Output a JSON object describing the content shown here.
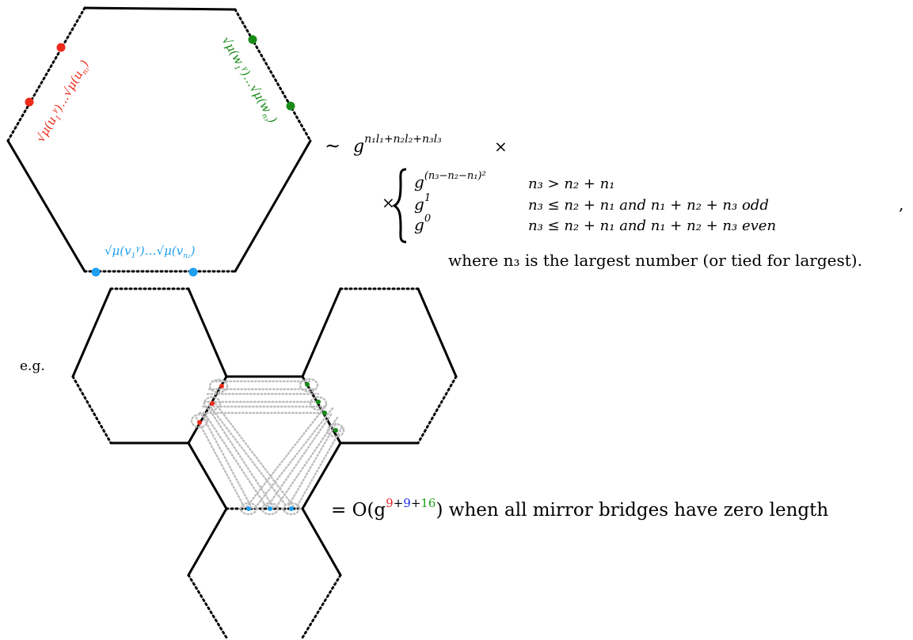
{
  "colors": {
    "black": "#000000",
    "red": "#ee2a1a",
    "green": "#188a18",
    "blue": "#1ea0f0",
    "exp_red": "#e8242a",
    "exp_blue": "#1e2ef0",
    "exp_green": "#1ea01e",
    "bridge": "#bdbdbd"
  },
  "labels": {
    "red_first": "√μ(u",
    "red_first_sub": "1",
    "red_sup": "γ",
    "red_dots": "…",
    "red_last": "√μ(u",
    "red_last_sub": "n₁",
    "red_close": ")",
    "green_first": "√μ(w",
    "green_first_sub": "1",
    "green_sup": "γ",
    "green_dots": "…",
    "green_last": "√μ(w",
    "green_last_sub": "n₃",
    "green_close": ")",
    "blue_first": "√μ(v",
    "blue_first_sub": "1",
    "blue_sup": "γ",
    "blue_dots": "…",
    "blue_last": "√μ(v",
    "blue_last_sub": "n₂",
    "blue_close": ")"
  },
  "formula": {
    "sim": "∼",
    "g": "g",
    "exponent": "n₁l₁+n₂l₂+n₃l₃",
    "times": "×",
    "times2": "×",
    "case1_value": "g",
    "case1_exp": "(n₃−n₂−n₁)²",
    "case1_cond": "n₃ > n₂ + n₁",
    "case2_value": "g",
    "case2_exp": "1",
    "case2_cond": "n₃ ≤ n₂ + n₁ and n₁ + n₂ + n₃ odd",
    "case3_value": "g",
    "case3_exp": "0",
    "case3_cond": "n₃ ≤ n₂ + n₁ and n₁ + n₂ + n₃ even",
    "comma": ",",
    "where": "where n₃ is the largest number (or tied for largest)."
  },
  "example": {
    "eg": "e.g.",
    "equals": "= O(g",
    "exp_red": "9",
    "plus1": "+",
    "exp_blue": "9",
    "plus2": "+",
    "exp_green": "16",
    "close": ")",
    "tail": " when all mirror bridges have zero length"
  }
}
